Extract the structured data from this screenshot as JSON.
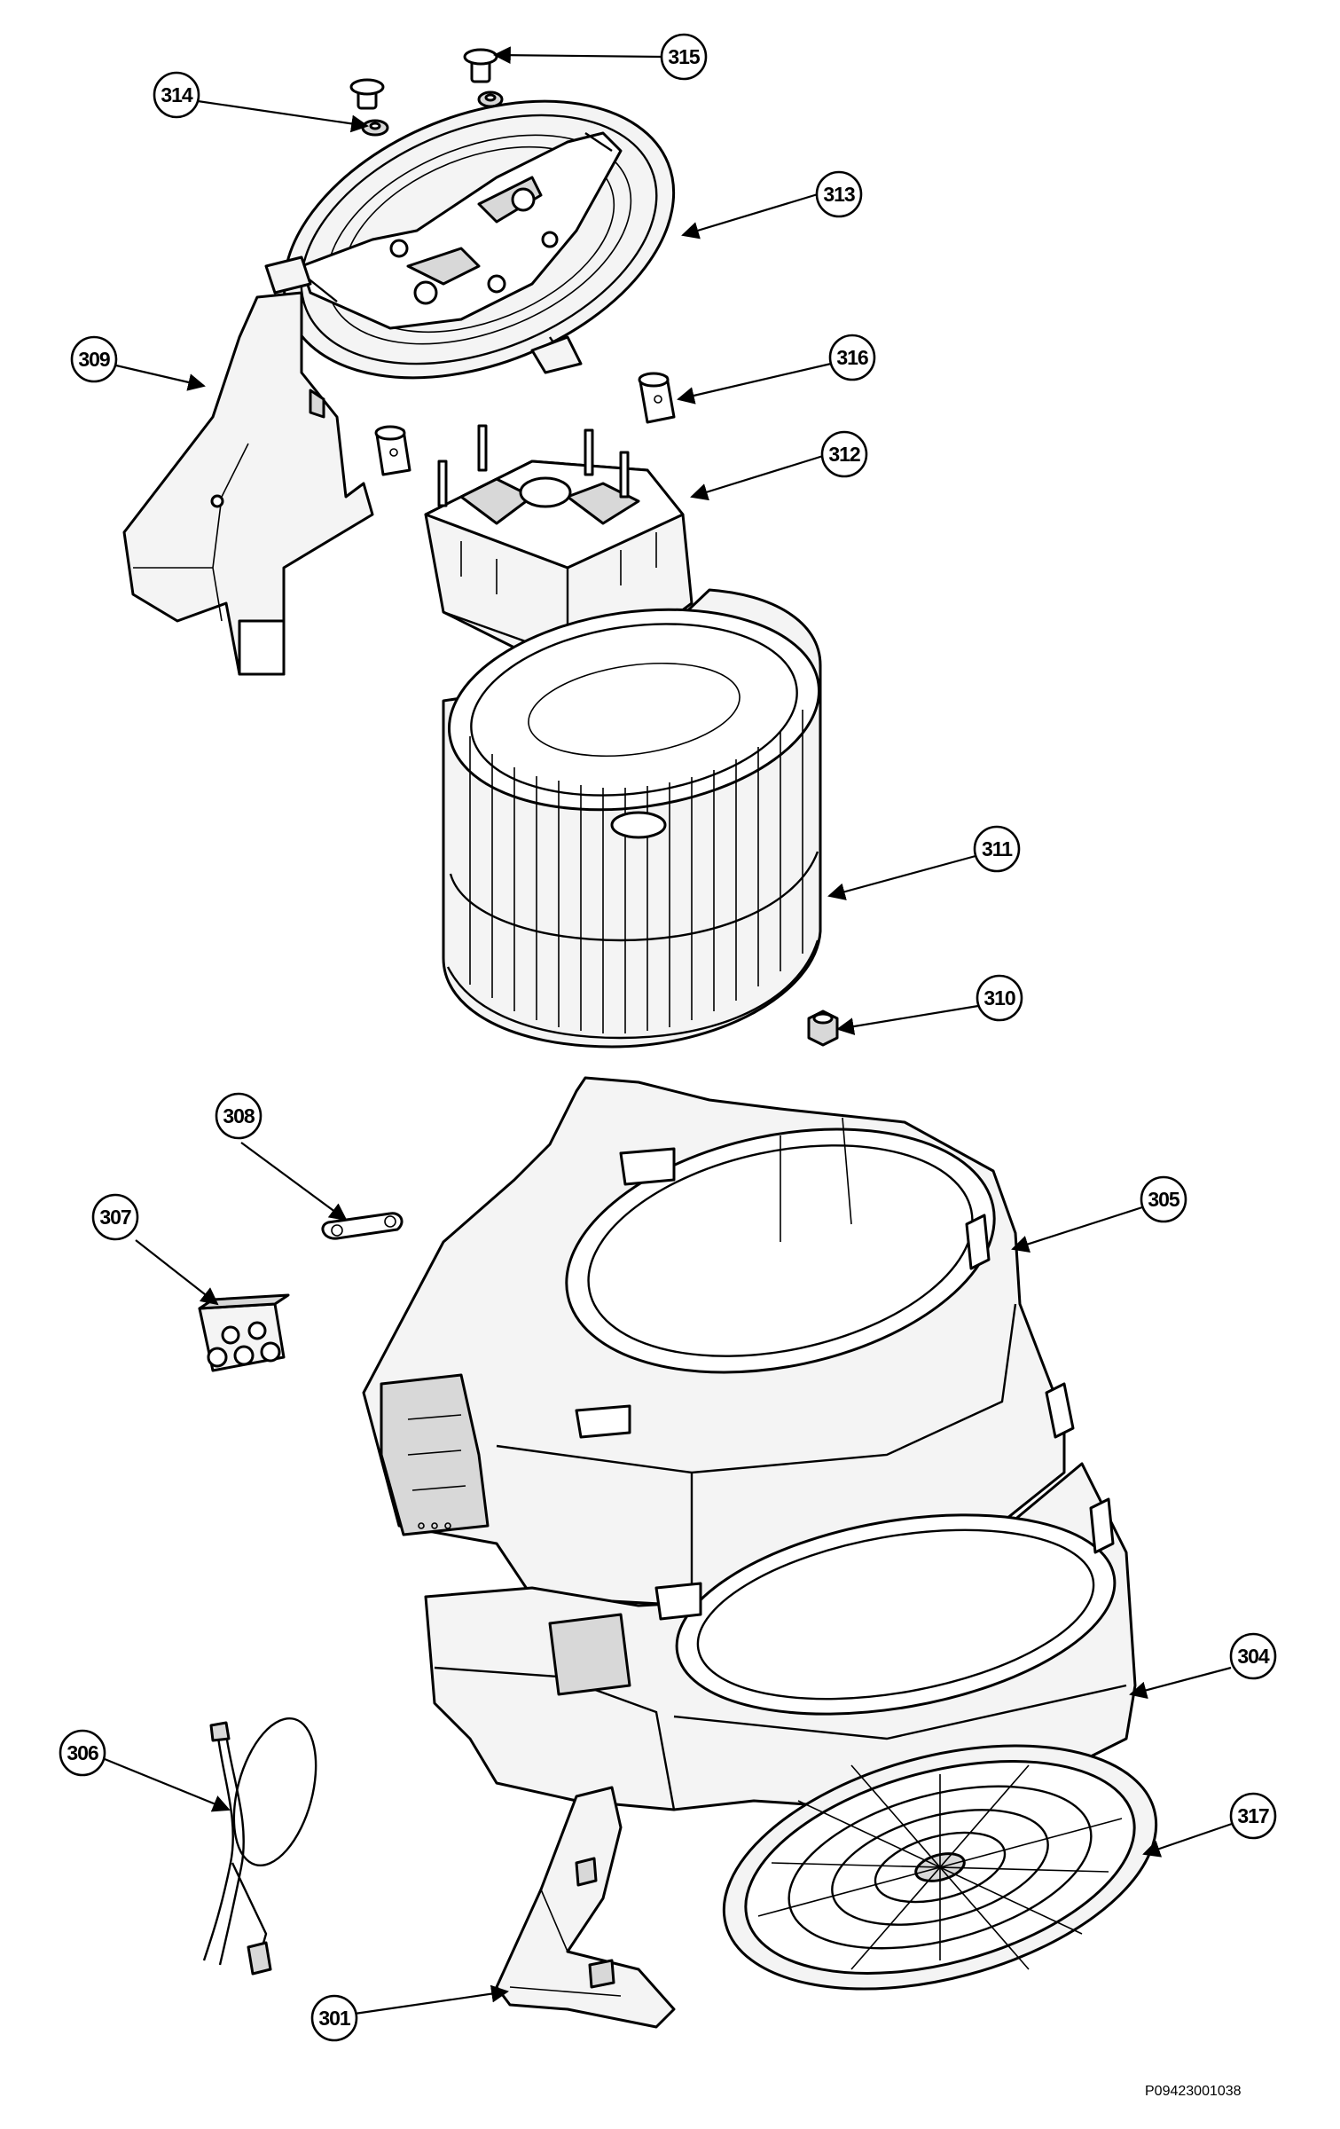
{
  "callouts": {
    "c301": "301",
    "c304": "304",
    "c305": "305",
    "c306": "306",
    "c307": "307",
    "c308": "308",
    "c309": "309",
    "c310": "310",
    "c311": "311",
    "c312": "312",
    "c313": "313",
    "c314": "314",
    "c315": "315",
    "c316": "316",
    "c317": "317"
  },
  "drawing_code": "P09423001038"
}
